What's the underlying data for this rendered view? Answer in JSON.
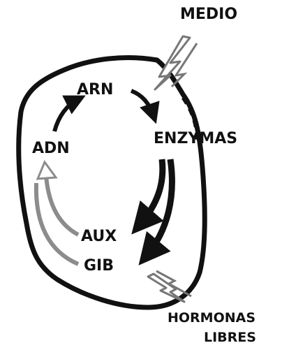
{
  "labels": {
    "medio": "MEDIO",
    "arn": "ARN",
    "enzymas": "ENZYMAS",
    "adn": "ADN",
    "aux": "AUX",
    "gib": "GIB",
    "hormonas": "HORMONAS",
    "libres": "LIBRES"
  },
  "colors": {
    "ink": "#111111",
    "grey_arrow": "#8c8c8c",
    "background": "#ffffff"
  }
}
